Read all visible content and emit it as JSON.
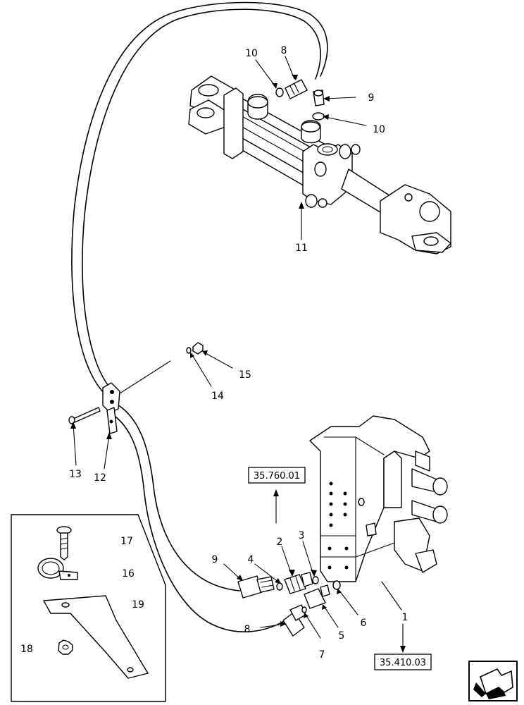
{
  "callouts": {
    "c1": "1",
    "c2": "2",
    "c3": "3",
    "c4": "4",
    "c5": "5",
    "c6": "6",
    "c7": "7",
    "c8a": "8",
    "c8b": "8",
    "c9a": "9",
    "c9b": "9",
    "c10a": "10",
    "c10b": "10",
    "c11": "11",
    "c12": "12",
    "c13": "13",
    "c14": "14",
    "c15": "15",
    "c16": "16",
    "c17": "17",
    "c18": "18",
    "c19": "19"
  },
  "references": {
    "upper": "35.760.01",
    "lower": "35.410.03"
  },
  "icons": {
    "nav": "arrow-down-left-icon"
  }
}
